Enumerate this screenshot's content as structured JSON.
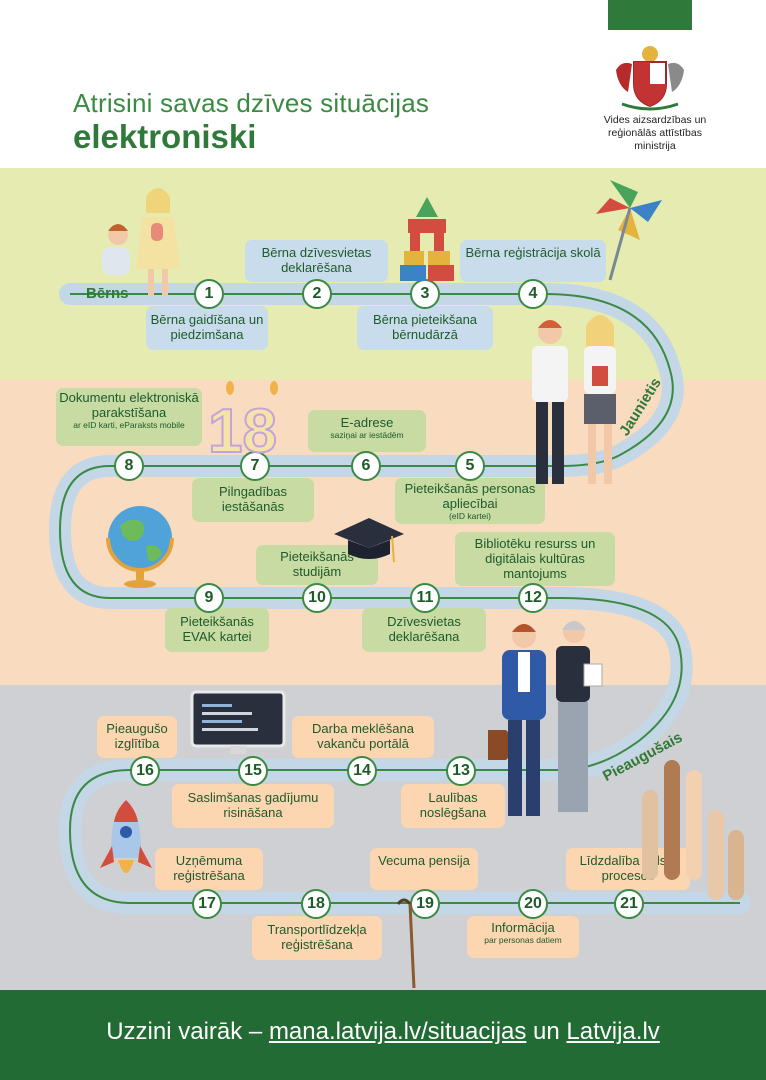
{
  "header": {
    "title_line1": "Atrisini savas dzīves situācijas",
    "title_line2": "elektroniski",
    "ministry": "Vides aizsardzības un reģionālās attīstības ministrija"
  },
  "stages": {
    "child": "Bērns",
    "youth": "Jaunietis",
    "adult": "Pieaugušais"
  },
  "steps": {
    "s1": "Bērna gaidīšana un piedzimšana",
    "s2": "Bērna dzīvesvietas deklarēšana",
    "s3": "Bērna pieteikšana bērnudārzā",
    "s4": "Bērna reģistrācija skolā",
    "s5": "Pieteikšanās personas apliecībai",
    "s5_sub": "(eID kartei)",
    "s6": "E-adrese",
    "s6_sub": "saziņai ar iestādēm",
    "s7": "Pilngadības iestāšanās",
    "s8": "Dokumentu elektroniskā parakstīšana",
    "s8_sub": "ar eID karti, eParaksts mobile",
    "s9": "Pieteikšanās EVAK kartei",
    "s10": "Pieteikšanās studijām",
    "s11": "Dzīvesvietas deklarēšana",
    "s12": "Bibliotēku resurss un digitālais kultūras mantojums",
    "s13": "Laulības noslēgšana",
    "s14": "Darba meklēšana vakanču portālā",
    "s15": "Saslimšanas gadījumu risināšana",
    "s16": "Pieaugušo izglītība",
    "s17": "Uzņēmuma reģistrēšana",
    "s18": "Transportlīdzekļa reģistrēšana",
    "s19": "Vecuma pensija",
    "s20": "Informācija",
    "s20_sub": "par personas datiem",
    "s21": "Līdzdalība valsts procesos"
  },
  "numbers": [
    "1",
    "2",
    "3",
    "4",
    "5",
    "6",
    "7",
    "8",
    "9",
    "10",
    "11",
    "12",
    "13",
    "14",
    "15",
    "16",
    "17",
    "18",
    "19",
    "20",
    "21"
  ],
  "candle_digits": "18",
  "footer": {
    "prefix": "Uzzini vairāk – ",
    "link1": "mana.latvija.lv/situacijas",
    "middle": " un ",
    "link2": "Latvija.lv"
  },
  "colors": {
    "band_green": "#e6ebb1",
    "band_orange": "#f9dcc0",
    "band_gray": "#cfd0d3",
    "footer": "#236b34",
    "accent": "#2f7a3a"
  }
}
